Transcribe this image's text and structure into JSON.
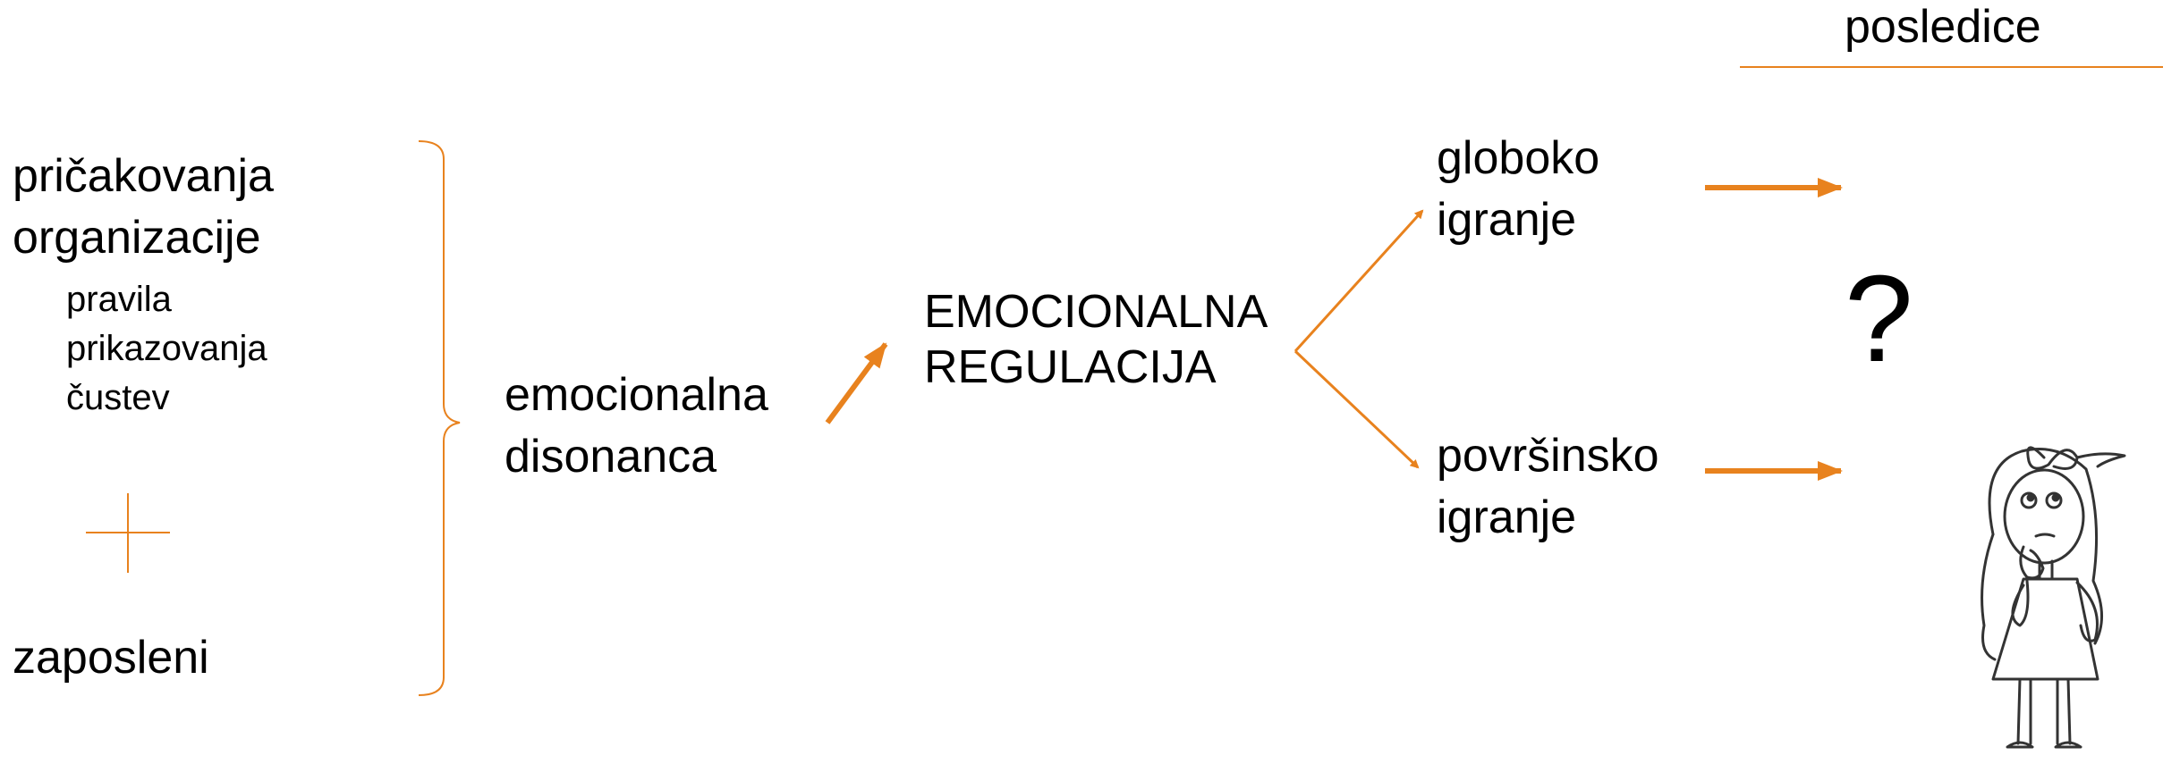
{
  "header": {
    "consequences": "posledice"
  },
  "left": {
    "expectations_line1": "pričakovanja",
    "expectations_line2": "organizacije",
    "rules_line1": "pravila",
    "rules_line2": "prikazovanja",
    "rules_line3": "čustev",
    "plus": "+",
    "employees": "zaposleni"
  },
  "center": {
    "dissonance_line1": "emocionalna",
    "dissonance_line2": "disonanca",
    "regulation_line1": "EMOCIONALNA",
    "regulation_line2": "REGULACIJA"
  },
  "right": {
    "deep_line1": "globoko",
    "deep_line2": "igranje",
    "surface_line1": "površinsko",
    "surface_line2": "igranje",
    "question": "?"
  },
  "colors": {
    "accent": "#e8821e",
    "text": "#000000"
  },
  "icons": {
    "illustration": "thinking-girl-icon"
  }
}
